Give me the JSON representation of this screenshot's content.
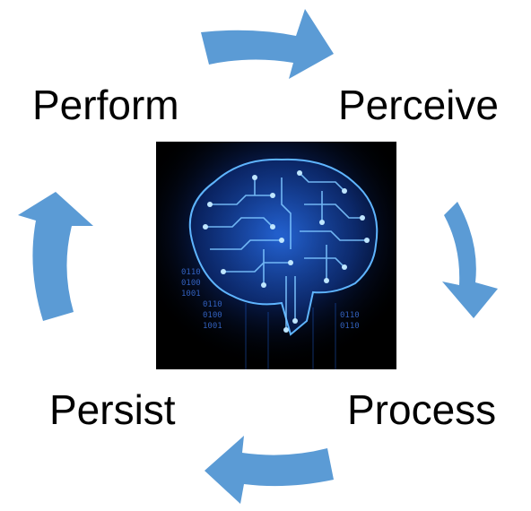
{
  "stages": {
    "perform": "Perform",
    "perceive": "Perceive",
    "process": "Process",
    "persist": "Persist"
  },
  "binary": [
    "0110",
    "0100",
    "1001",
    "0110",
    "0100",
    "1001",
    "0110",
    "0110"
  ],
  "colors": {
    "arrow": "#5b9bd5",
    "brain_glow": "#3fa9ff",
    "panel_bg": "#000000",
    "text": "#000000"
  },
  "icons": {
    "center": "circuit-brain-icon",
    "arrows": "curved-arrow-icon"
  }
}
